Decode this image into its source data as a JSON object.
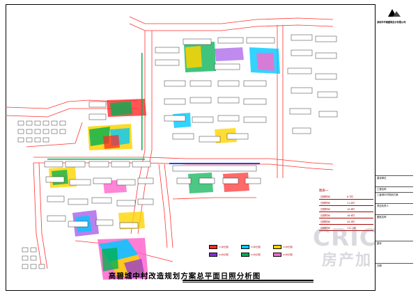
{
  "drawing": {
    "title": "高碧城中村改造规划方案总平面日照分析图"
  },
  "title_block": {
    "company": "深圳市华南建筑设计有限公司",
    "rows": [
      {
        "label": "建设单位"
      },
      {
        "label": "工程名称"
      },
      {
        "label": "三星城中村规划方案"
      },
      {
        "label": "项目负责人"
      },
      {
        "label": "图纸名称"
      },
      {
        "label": "图号"
      },
      {
        "label": "日期"
      }
    ]
  },
  "results_table": {
    "header": "图表一",
    "rows": [
      {
        "label": "日照时间",
        "value": "6.7时"
      },
      {
        "label": "日照时间",
        "value": "11.4时"
      },
      {
        "label": "日照时间",
        "value": "10.6时"
      },
      {
        "label": "日照时间",
        "value": "16.4时"
      },
      {
        "label": "日照时间",
        "value": "24.3时"
      },
      {
        "label": "日照时间",
        "value": "112.3时"
      }
    ]
  },
  "legend": [
    {
      "label": "1小时日照",
      "color": "#ff2a2a"
    },
    {
      "label": "2小时日照",
      "color": "#00c8ff"
    },
    {
      "label": "3小时日照",
      "color": "#ffd400"
    },
    {
      "label": "4小时日照",
      "color": "#8a2be2"
    },
    {
      "label": "5小时日照",
      "color": "#00b050"
    },
    {
      "label": "6小时日照",
      "color": "#ff66cc"
    }
  ],
  "watermark": {
    "line1": "CRIC",
    "line2": "房产加"
  },
  "colors": {
    "road": "#ff3030",
    "building": "#ffffff",
    "accent_blue": "#2040ff",
    "green": "#00b050"
  }
}
